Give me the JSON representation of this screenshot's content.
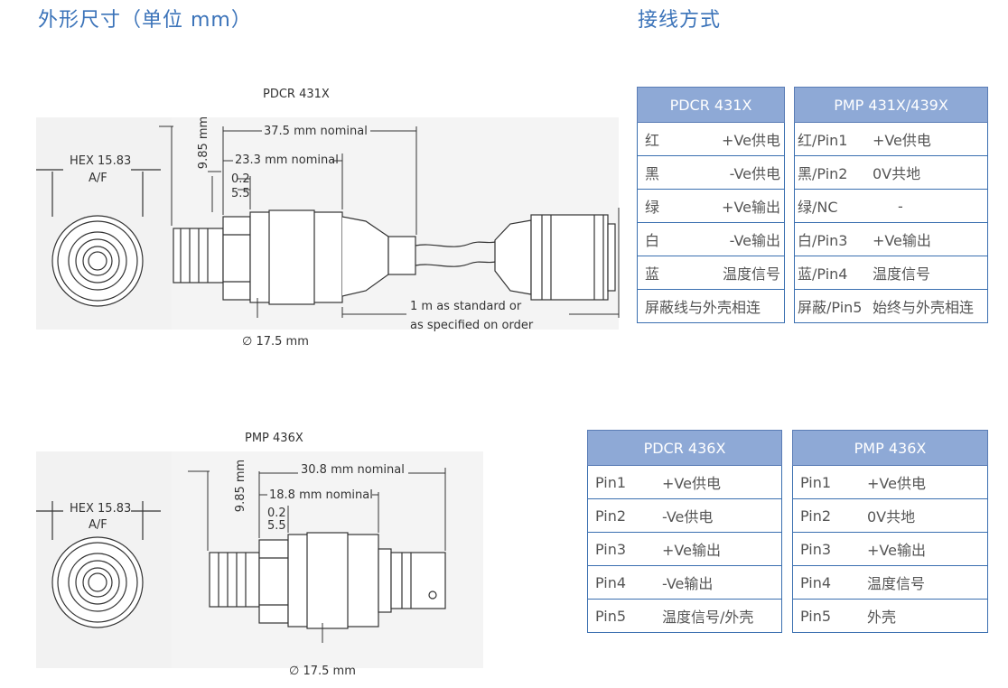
{
  "titles": {
    "dimensions": "外形尺寸（单位 mm）",
    "wiring": "接线方式"
  },
  "drawing1": {
    "model": "PDCR 431X",
    "hex": "HEX 15.83",
    "af": "A/F",
    "dim_985": "9.85 mm",
    "dim_375": "37.5 mm nominal",
    "dim_233": "23.3 mm nominal",
    "dim_02": "0.2",
    "dim_55": "5.5",
    "cable1": "1 m as standard or",
    "cable2": "as specified on order",
    "diameter": "∅ 17.5 mm"
  },
  "drawing2": {
    "model": "PMP 436X",
    "hex": "HEX 15.83",
    "af": "A/F",
    "dim_985": "9.85 mm",
    "dim_308": "30.8 mm nominal",
    "dim_188": "18.8 mm nominal",
    "dim_02": "0.2",
    "dim_55": "5.5",
    "diameter": "∅ 17.5 mm"
  },
  "tables": {
    "pdcr431": {
      "header": "PDCR 431X",
      "rows": [
        [
          "红",
          "+Ve供电"
        ],
        [
          "黑",
          "-Ve供电"
        ],
        [
          "绿",
          "+Ve输出"
        ],
        [
          "白",
          "-Ve输出"
        ],
        [
          "蓝",
          "温度信号"
        ],
        [
          "屏蔽线与外壳相连",
          ""
        ]
      ]
    },
    "pmp431": {
      "header": "PMP 431X/439X",
      "rows": [
        [
          "红/Pin1",
          "+Ve供电"
        ],
        [
          "黑/Pin2",
          "0V共地"
        ],
        [
          "绿/NC",
          "-"
        ],
        [
          "白/Pin3",
          "+Ve输出"
        ],
        [
          "蓝/Pin4",
          "温度信号"
        ],
        [
          "屏蔽/Pin5",
          "始终与外壳相连"
        ]
      ]
    },
    "pdcr436": {
      "header": "PDCR 436X",
      "rows": [
        [
          "Pin1",
          "+Ve供电"
        ],
        [
          "Pin2",
          "-Ve供电"
        ],
        [
          "Pin3",
          "+Ve输出"
        ],
        [
          "Pin4",
          "-Ve输出"
        ],
        [
          "Pin5",
          "温度信号/外壳"
        ]
      ]
    },
    "pmp436": {
      "header": "PMP 436X",
      "rows": [
        [
          "Pin1",
          "+Ve供电"
        ],
        [
          "Pin2",
          "0V共地"
        ],
        [
          "Pin3",
          "+Ve输出"
        ],
        [
          "Pin4",
          "温度信号"
        ],
        [
          "Pin5",
          "外壳"
        ]
      ]
    }
  }
}
